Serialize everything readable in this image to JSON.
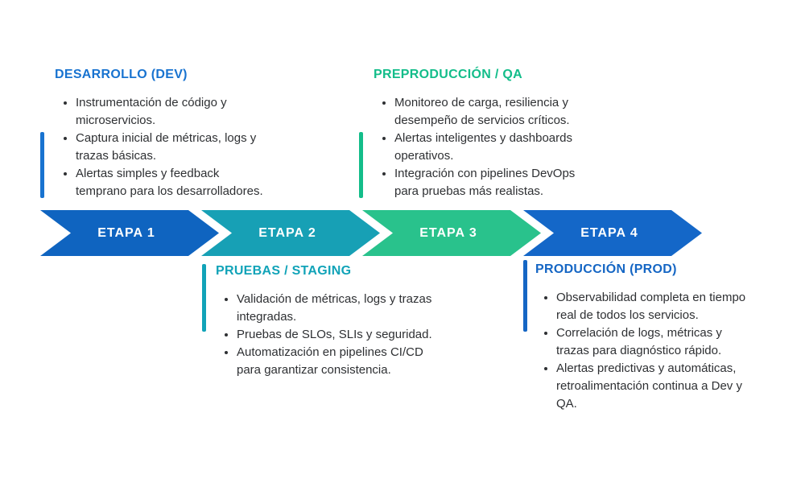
{
  "colors": {
    "background": "#ffffff",
    "body_text": "#2e3033"
  },
  "stages": [
    {
      "arrow_label": "ETAPA 1",
      "arrow_color": "#0f64c0",
      "accent_color": "#1873d0",
      "panel": {
        "title": "DESARROLLO (DEV)",
        "placement": "top",
        "bullets": [
          "Instrumentación de código y\nmicroservicios.",
          "Captura inicial de métricas, logs y\ntrazas básicas.",
          "Alertas simples y feedback\ntemprano para los desarrolladores."
        ]
      }
    },
    {
      "arrow_label": "ETAPA 2",
      "arrow_color": "#17a0b5",
      "accent_color": "#11a3b8",
      "panel": {
        "title": "PRUEBAS / STAGING",
        "placement": "bottom",
        "bullets": [
          "Validación de métricas, logs y trazas\nintegradas.",
          "Pruebas de SLOs, SLIs y seguridad.",
          "Automatización en pipelines CI/CD\npara garantizar consistencia."
        ]
      }
    },
    {
      "arrow_label": "ETAPA 3",
      "arrow_color": "#29c28c",
      "accent_color": "#13bd8a",
      "panel": {
        "title": "PREPRODUCCIÓN / QA",
        "placement": "top",
        "bullets": [
          "Monitoreo de carga, resiliencia y\ndesempeño de servicios críticos.",
          "Alertas inteligentes y dashboards\noperativos.",
          "Integración con pipelines DevOps\npara pruebas más realistas."
        ]
      }
    },
    {
      "arrow_label": "ETAPA 4",
      "arrow_color": "#1467c8",
      "accent_color": "#1566c4",
      "panel": {
        "title": "PRODUCCIÓN (PROD)",
        "placement": "bottom",
        "bullets": [
          "Observabilidad completa en tiempo\nreal de todos los servicios.",
          "Correlación de logs, métricas y\ntrazas para diagnóstico rápido.",
          "Alertas predictivas y automáticas,\nretroalimentación continua a Dev y\nQA."
        ]
      }
    }
  ]
}
